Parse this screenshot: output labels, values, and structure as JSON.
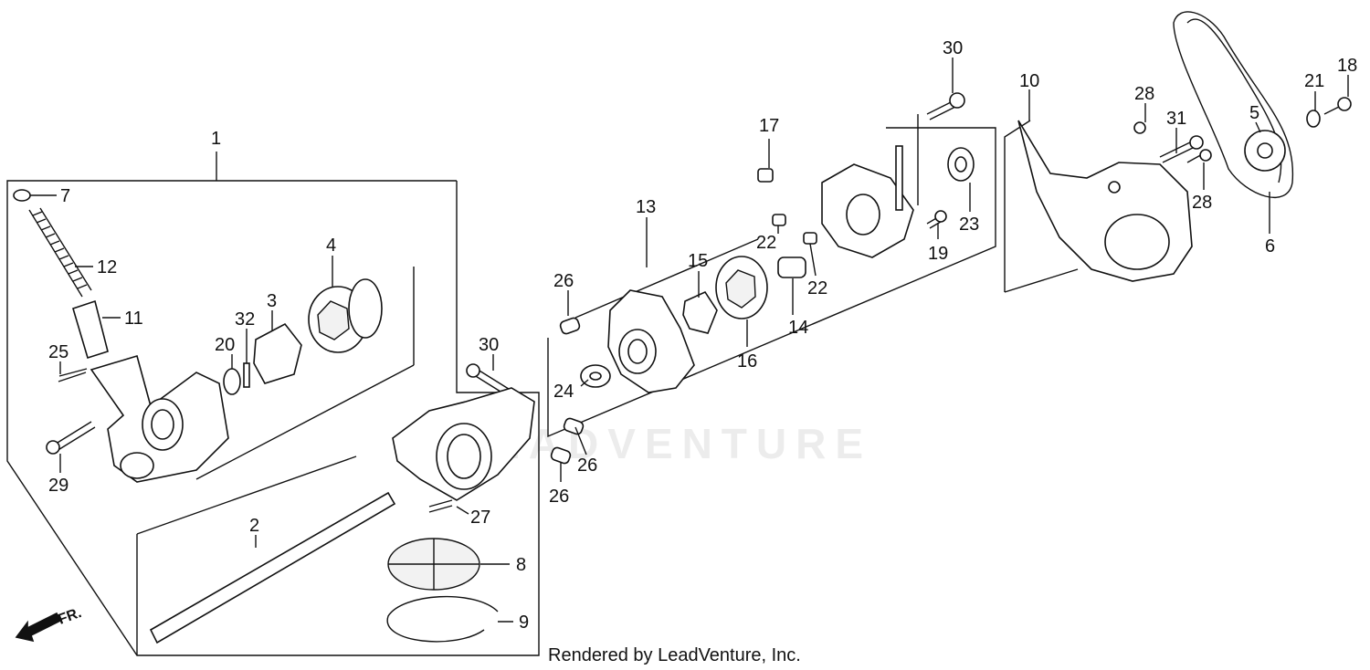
{
  "watermark": "LEADVENTURE",
  "credit": "Rendered by LeadVenture, Inc.",
  "front_marker": "FR.",
  "callouts": {
    "c1": "1",
    "c2": "2",
    "c3": "3",
    "c4": "4",
    "c5": "5",
    "c6": "6",
    "c7": "7",
    "c8": "8",
    "c9": "9",
    "c10": "10",
    "c11": "11",
    "c12": "12",
    "c13": "13",
    "c14": "14",
    "c15": "15",
    "c16": "16",
    "c17": "17",
    "c18": "18",
    "c19": "19",
    "c20": "20",
    "c21": "21",
    "c22": "22",
    "c23": "23",
    "c24": "24",
    "c25": "25",
    "c26": "26",
    "c27": "27",
    "c28": "28",
    "c29": "29",
    "c30": "30",
    "c31": "31",
    "c32": "32"
  }
}
